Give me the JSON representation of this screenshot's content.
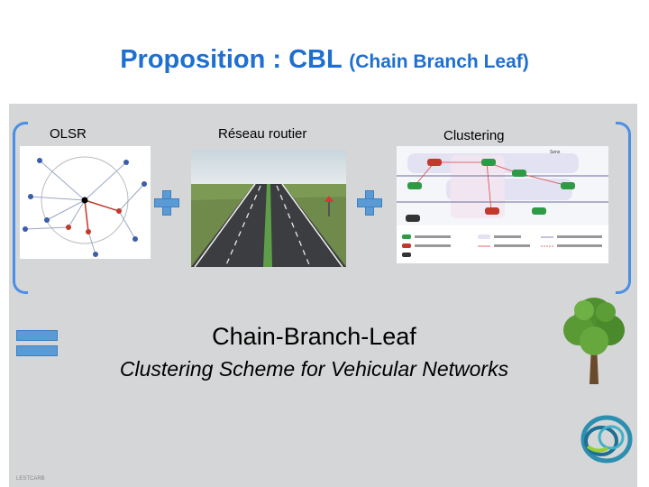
{
  "slide": {
    "title_main": "Proposition : CBL",
    "title_sub": "(Chain Branch Leaf)",
    "label_olsr": "OLSR",
    "label_road": "Réseau routier",
    "label_clustering": "Clustering",
    "cbl_title": "Chain-Branch-Leaf",
    "cbl_subtitle": "Clustering Scheme for Vehicular Networks",
    "footer": "LESTCARB"
  },
  "icons": {
    "plus": "plus-icon",
    "equals": "equals-icon",
    "tree": "tree-icon",
    "logo": "logo-icon"
  },
  "colors": {
    "title": "#1f6fd1",
    "accent": "#5b9bd5",
    "panel": "#d4d6d7"
  }
}
